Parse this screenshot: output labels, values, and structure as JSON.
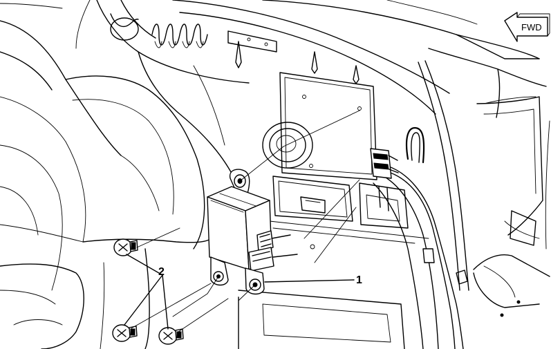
{
  "callouts": [
    {
      "id": "1",
      "label": "1"
    },
    {
      "id": "2",
      "label": "2"
    }
  ],
  "direction_arrow": {
    "label": "FWD"
  },
  "colors": {
    "line": "#000000",
    "background": "#ffffff"
  }
}
